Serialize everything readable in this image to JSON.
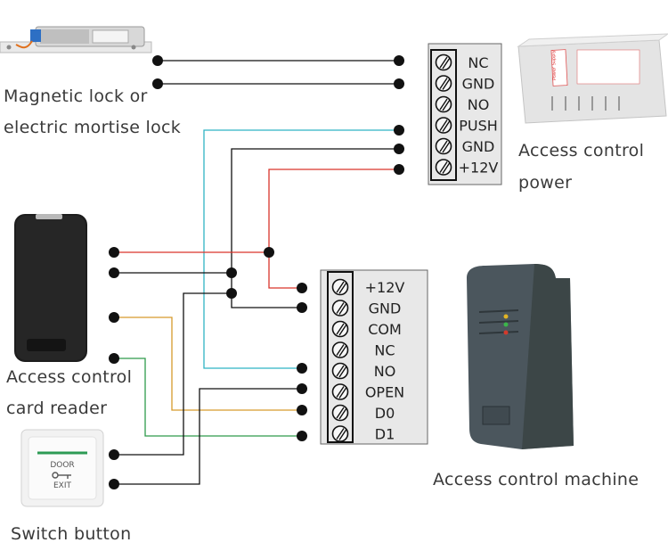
{
  "labels": {
    "maglock_line1": "Magnetic lock or",
    "maglock_line2": "electric mortise lock",
    "power_line1": "Access control",
    "power_line2": "power",
    "reader_line1": "Access control",
    "reader_line2": "card reader",
    "switch": "Switch button",
    "machine": "Access control machine"
  },
  "power_terminals": [
    "NC",
    "GND",
    "NO",
    "PUSH",
    "GND",
    "+12V"
  ],
  "controller_terminals": [
    "+12V",
    "GND",
    "COM",
    "NC",
    "NO",
    "OPEN",
    "D0",
    "D1"
  ],
  "exit_button": {
    "top": "DOOR",
    "bottom": "EXIT"
  },
  "psu_label": "Power Supply",
  "colors": {
    "red": "#d9342b",
    "black": "#111111",
    "cyan": "#2fb3c4",
    "orange": "#d69a2c",
    "green": "#2e9b4b"
  }
}
